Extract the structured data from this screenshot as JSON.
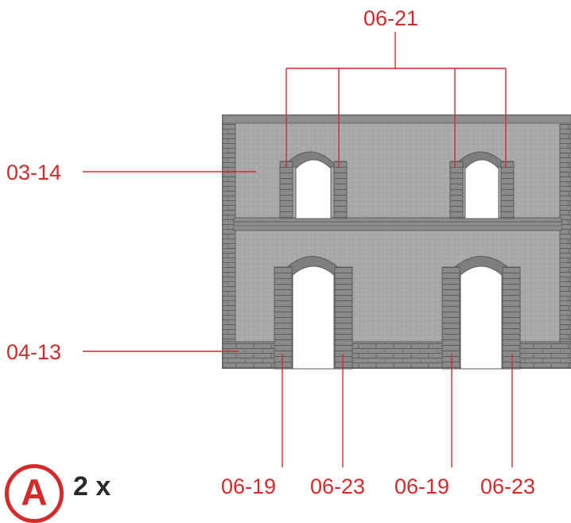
{
  "callouts": {
    "top_part": "06-21",
    "wall_panel": "03-14",
    "plinth": "04-13",
    "bottom_parts": [
      "06-19",
      "06-23",
      "06-19",
      "06-23"
    ]
  },
  "assembly": {
    "letter": "A",
    "quantity": "2 x"
  },
  "colors": {
    "callout": "#d42a2a",
    "wall": "#a6a6a6",
    "stone": "#8a8a8a"
  }
}
